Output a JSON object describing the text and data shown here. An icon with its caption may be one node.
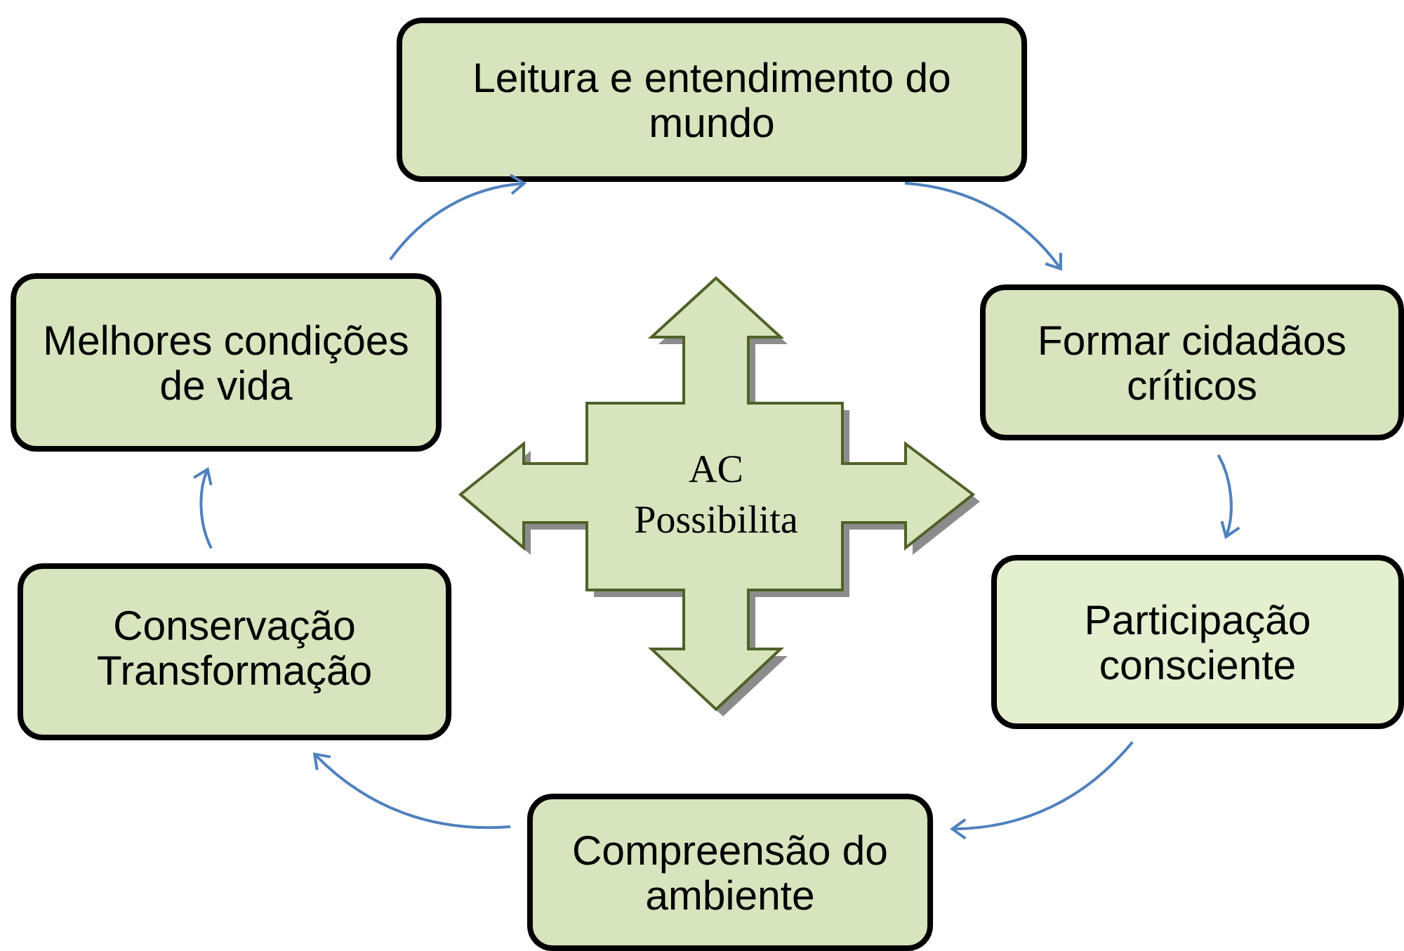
{
  "diagram": {
    "nodes": [
      {
        "text": [
          "Leitura e entendimento do mundo"
        ]
      },
      {
        "text": [
          "Formar cidadãos críticos"
        ]
      },
      {
        "text": [
          "Participação consciente"
        ]
      },
      {
        "text": [
          "Compreensão do ambiente"
        ]
      },
      {
        "text": [
          "Conservação Transformação"
        ]
      },
      {
        "text": [
          "Melhores condições de vida"
        ]
      },
      {
        "text": [
          "AC Possibilita"
        ]
      }
    ],
    "edges": [
      {
        "from": 5,
        "to": 0,
        "arrow": "to"
      },
      {
        "from": 0,
        "to": 1,
        "arrow": "to"
      },
      {
        "from": 1,
        "to": 2,
        "arrow": "to"
      },
      {
        "from": 2,
        "to": 3,
        "arrow": "to"
      },
      {
        "from": 3,
        "to": 4,
        "arrow": "to"
      },
      {
        "from": 4,
        "to": 5,
        "arrow": "to"
      }
    ]
  }
}
